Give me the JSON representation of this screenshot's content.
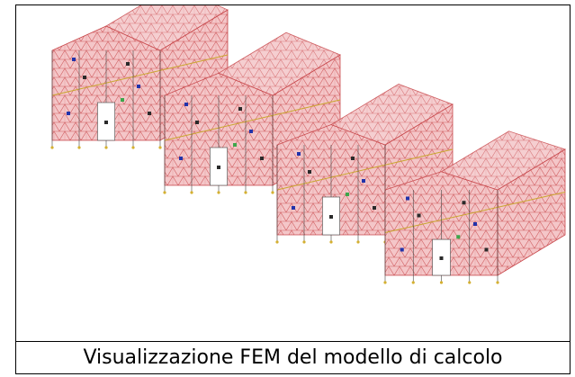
{
  "caption": "Visualizzazione FEM del modello di calcolo",
  "colors": {
    "mesh_line": "#c8484c",
    "mesh_fill": "#f4c6c8",
    "frame_line": "#444444",
    "beam_line": "#c9a62e",
    "node_blue": "#2233aa",
    "node_dark": "#2a2a2a",
    "node_green": "#3da64b",
    "support": "#d4b030"
  },
  "model": {
    "icon": "fem-building-mesh",
    "blocks": 4
  }
}
